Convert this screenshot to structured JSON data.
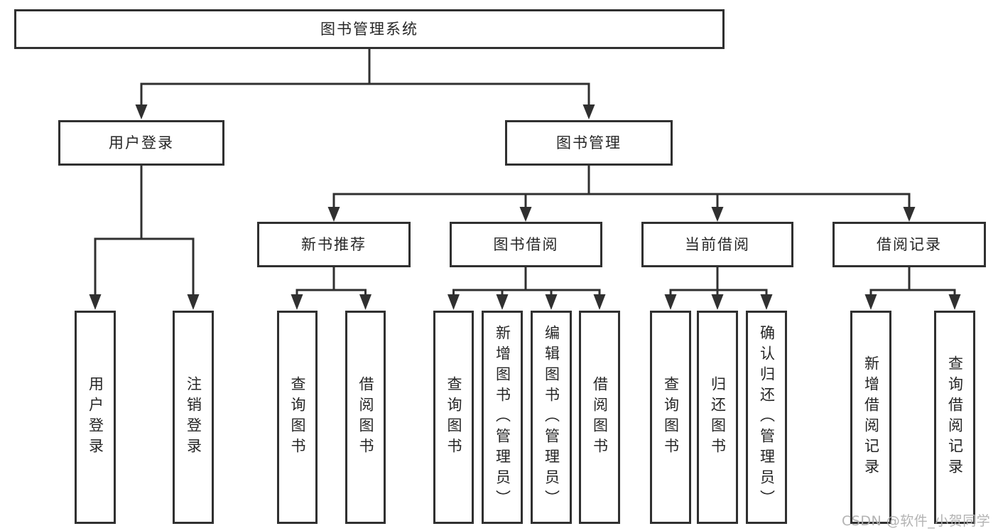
{
  "diagram_title": "图书管理系统",
  "watermark": {
    "text": "CSDN @软件_小贺同学"
  },
  "colors": {
    "line": "#303030",
    "box_border": "#303030",
    "box_background": "#ffffff",
    "text": "#262626",
    "watermark": "#afafaf"
  },
  "tree": {
    "root": {
      "label": "图书管理系统"
    },
    "children": [
      {
        "label": "用户登录",
        "children": [
          {
            "label": "用户登录"
          },
          {
            "label": "注销登录"
          }
        ]
      },
      {
        "label": "图书管理",
        "children": [
          {
            "label": "新书推荐",
            "children": [
              {
                "label": "查询图书"
              },
              {
                "label": "借阅图书"
              }
            ]
          },
          {
            "label": "图书借阅",
            "children": [
              {
                "label": "查询图书"
              },
              {
                "label": "新增图书（管理员）"
              },
              {
                "label": "编辑图书（管理员）"
              },
              {
                "label": "借阅图书"
              }
            ]
          },
          {
            "label": "当前借阅",
            "children": [
              {
                "label": "查询图书"
              },
              {
                "label": "归还图书"
              },
              {
                "label": "确认归还（管理员）"
              }
            ]
          },
          {
            "label": "借阅记录",
            "children": [
              {
                "label": "新增借阅记录"
              },
              {
                "label": "查询借阅记录"
              }
            ]
          }
        ]
      }
    ]
  }
}
